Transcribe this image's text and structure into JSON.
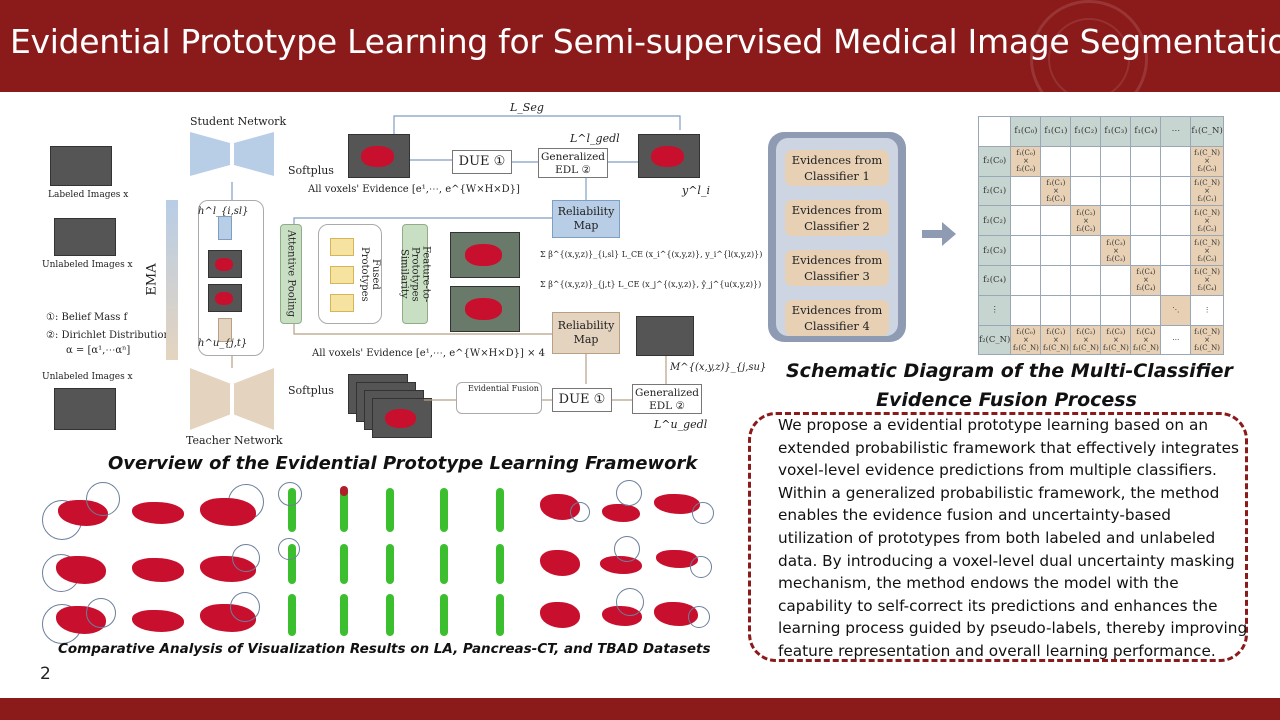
{
  "header": {
    "title": "Evidential Prototype Learning for Semi-supervised Medical Image Segmentation"
  },
  "framework": {
    "caption": "Overview of the Evidential Prototype Learning Framework",
    "student_network": "Student Network",
    "teacher_network": "Teacher Network",
    "softplus_top": "Softplus",
    "softplus_bottom": "Softplus",
    "labeled_images": "Labeled Images x",
    "unlabeled_images_1": "Unlabeled Images x",
    "unlabeled_images_2": "Unlabeled Images x",
    "ema": "EMA",
    "legend_1": "①: Belief Mass f",
    "legend_2": "②: Dirichlet Distribution",
    "legend_3": "α = [α¹,⋯αⁿ]",
    "l_seg": "L_Seg",
    "l_gedl_top": "L^l_gedl",
    "l_gedl_bottom": "L^u_gedl",
    "due_top": "DUE ①",
    "due_bottom": "DUE ①",
    "gen_edl_top": "Generalized EDL ②",
    "gen_edl_bottom": "Generalized EDL ②",
    "reliability_map_top": "Reliability Map",
    "reliability_map_bottom": "Reliability Map",
    "all_voxels_top": "All voxels' Evidence [e¹,⋯, e^{W×H×D}]",
    "all_voxels_bottom": "All voxels' Evidence [e¹,⋯, e^{W×H×D}] × 4",
    "attentive_pooling": "Attentive Pooling",
    "fused_prototypes": "Fused Prototypes",
    "feature_similarity": "Feature-to-Prototypes Similarity",
    "evidential_fusion": "Evidential Fusion",
    "h_sl": "h^l_{i,sl}",
    "h_t": "h^u_{j,t}",
    "y_l": "y^l_i",
    "m_su": "M^{(x,y,z)}_{j,su}",
    "sum_top": "Σ β^{(x,y,z)}_{i,sl} L_CE (x_i^{(x,y,z)}, y_i^{l(x,y,z)})",
    "sum_bottom": "Σ β^{(x,y,z)}_{j,t} L_CE (x_j^{(x,y,z)}, ŷ_j^{u(x,y,z)})"
  },
  "fusion_diagram": {
    "caption_line1": "Schematic Diagram of the Multi-Classifier",
    "caption_line2": "Evidence Fusion Process",
    "evidences": [
      "Evidences from Classifier 1",
      "Evidences from Classifier 2",
      "Evidences from Classifier 3",
      "Evidences from Classifier 4"
    ],
    "col_headers": [
      "f₁(C₀)",
      "f₁(C₁)",
      "f₁(C₂)",
      "f₁(C₃)",
      "f₁(C₄)",
      "⋯",
      "f₁(C_N)"
    ],
    "row_headers": [
      "f₂(C₀)",
      "f₂(C₁)",
      "f₂(C₂)",
      "f₂(C₃)",
      "f₂(C₄)",
      "⋮",
      "f₂(C_N)"
    ]
  },
  "description": "We propose a evidential prototype learning based on an extended probabilistic framework that effectively integrates voxel-level evidence predictions from multiple classifiers. Within a generalized probabilistic framework, the method enables the evidence fusion and uncertainty-based utilization of prototypes from both labeled and unlabeled data. By introducing a voxel-level dual uncertainty masking mechanism, the method endows the model with the capability to self-correct its predictions and enhances the learning process guided by pseudo-labels, thereby improving feature representation and overall learning performance.",
  "visualization": {
    "caption": "Comparative Analysis of Visualization Results on LA, Pancreas-CT, and TBAD Datasets"
  },
  "page_number": "2",
  "colors": {
    "brand": "#8b1a1a",
    "segmentation_red": "#c8102e",
    "vessel_green": "#3bbf2f"
  }
}
